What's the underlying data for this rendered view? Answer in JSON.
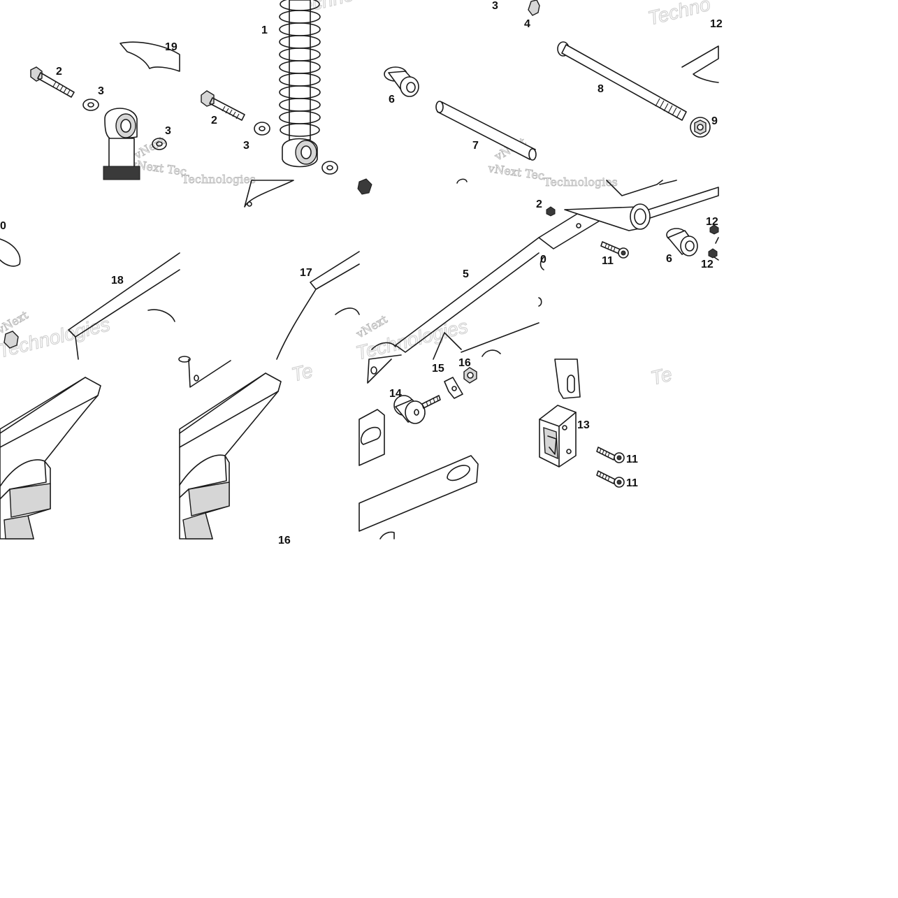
{
  "callouts": {
    "c1": "1",
    "c2a": "2",
    "c2b": "2",
    "c2c": "2",
    "c3a": "3",
    "c3b": "3",
    "c3c": "3",
    "c3d": "3",
    "c4": "4",
    "c5": "5",
    "c6a": "6",
    "c6b": "6",
    "c7": "7",
    "c8": "8",
    "c9": "9",
    "c10": "0",
    "c11a": "11",
    "c11b": "11",
    "c11c": "11",
    "c12a": "12",
    "c12b": "12",
    "c12c": "12",
    "c13": "13",
    "c14": "14",
    "c15": "15",
    "c16a": "16",
    "c16b": "16",
    "c17": "17",
    "c18": "18",
    "c19": "19"
  },
  "watermark": {
    "line_a": "vNext Tec",
    "line_b": "Technologies",
    "line_c": "Techno",
    "line_d": "Te",
    "line_e": "vNext",
    "line_f": "Tec"
  },
  "colors": {
    "line": "#1a1a1a",
    "watermark": "#bdbdbd",
    "background": "#ffffff"
  }
}
